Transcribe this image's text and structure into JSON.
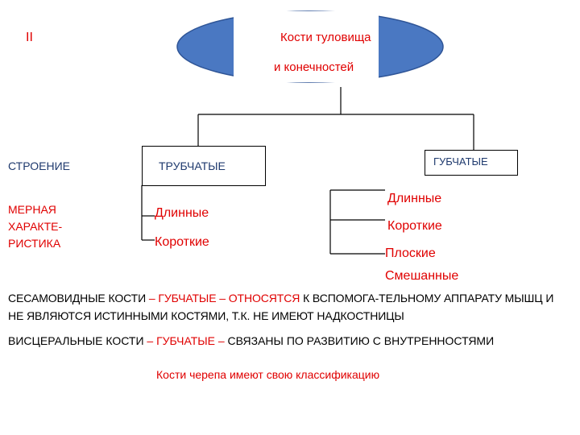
{
  "slide_number": "II",
  "oval": {
    "title_line1": "Кости туловища",
    "title_line2": "и конечностей",
    "fill": "#4a78c2"
  },
  "rows": {
    "structure_label": "СТРОЕНИЕ",
    "measure_label": "МЕРНАЯ ХАРАКТЕ-РИСТИКА"
  },
  "tubular": {
    "header": "ТРУБЧАТЫЕ",
    "items": [
      "Длинные",
      "Короткие"
    ]
  },
  "spongy": {
    "header": "ГУБЧАТЫЕ",
    "items": [
      "Длинные",
      "Короткие",
      "Плоские",
      "Смешанные"
    ]
  },
  "notes": {
    "sesamoid_term": "СЕСАМОВИДНЫЕ КОСТИ",
    "sesamoid_dash1": " – ",
    "sesamoid_red": "ГУБЧАТЫЕ – ОТНОСЯТСЯ",
    "sesamoid_text": " К ВСПОМОГА-ТЕЛЬНОМУ АППАРАТУ МЫШЦ И НЕ ЯВЛЯЮТСЯ ИСТИННЫМИ КОСТЯМИ, Т.К. НЕ ИМЕЮТ НАДКОСТНИЦЫ",
    "visceral_term": "ВИСЦЕРАЛЬНЫЕ КОСТИ",
    "visceral_red": " – ГУБЧАТЫЕ – ",
    "visceral_text": "СВЯЗАНЫ  ПО РАЗВИТИЮ С ВНУТРЕННОСТЯМИ",
    "skull_note": "Кости черепа имеют свою классификацию"
  },
  "colors": {
    "accent_red": "#e00000",
    "text_blue": "#1f3a6e",
    "oval_blue": "#4a78c2"
  }
}
